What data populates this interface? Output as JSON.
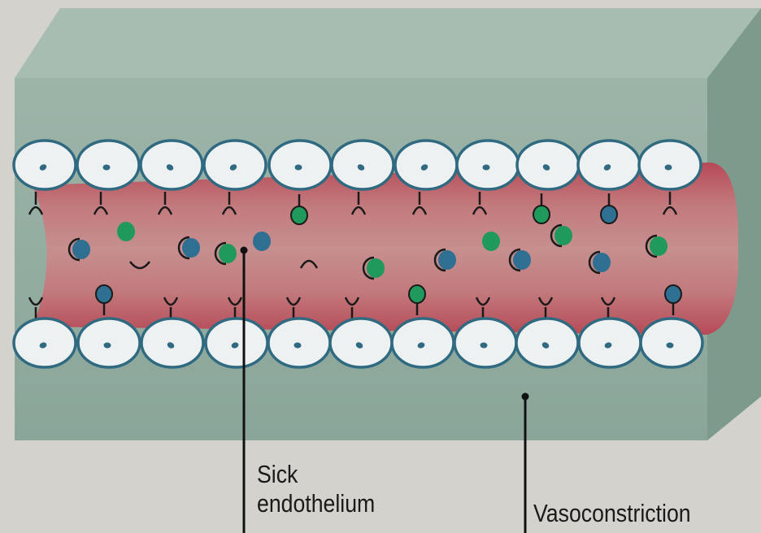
{
  "labels": {
    "sick_line1": "Sick",
    "sick_line2": "endothelium",
    "vasoconstriction": "Vasoconstriction"
  },
  "colors": {
    "background": "#d3d2cc",
    "vessel_wall_front": "#90ab9f",
    "vessel_wall_top": "#a5bbb0",
    "vessel_wall_side": "#7a9a8c",
    "lumen": "#b86a6e",
    "cell_fill": "#eef1f2",
    "cell_outline": "#2f6a80",
    "nucleus": "#2f6a80",
    "molecule_green": "#1f9a5c",
    "molecule_blue": "#2f6f92",
    "receptor": "#1a1a1a"
  },
  "icons": {
    "endothelial_cell": "endothelial-cell-icon",
    "receptor": "receptor-icon",
    "green_molecule": "green-molecule-icon",
    "blue_molecule": "blue-molecule-icon"
  }
}
